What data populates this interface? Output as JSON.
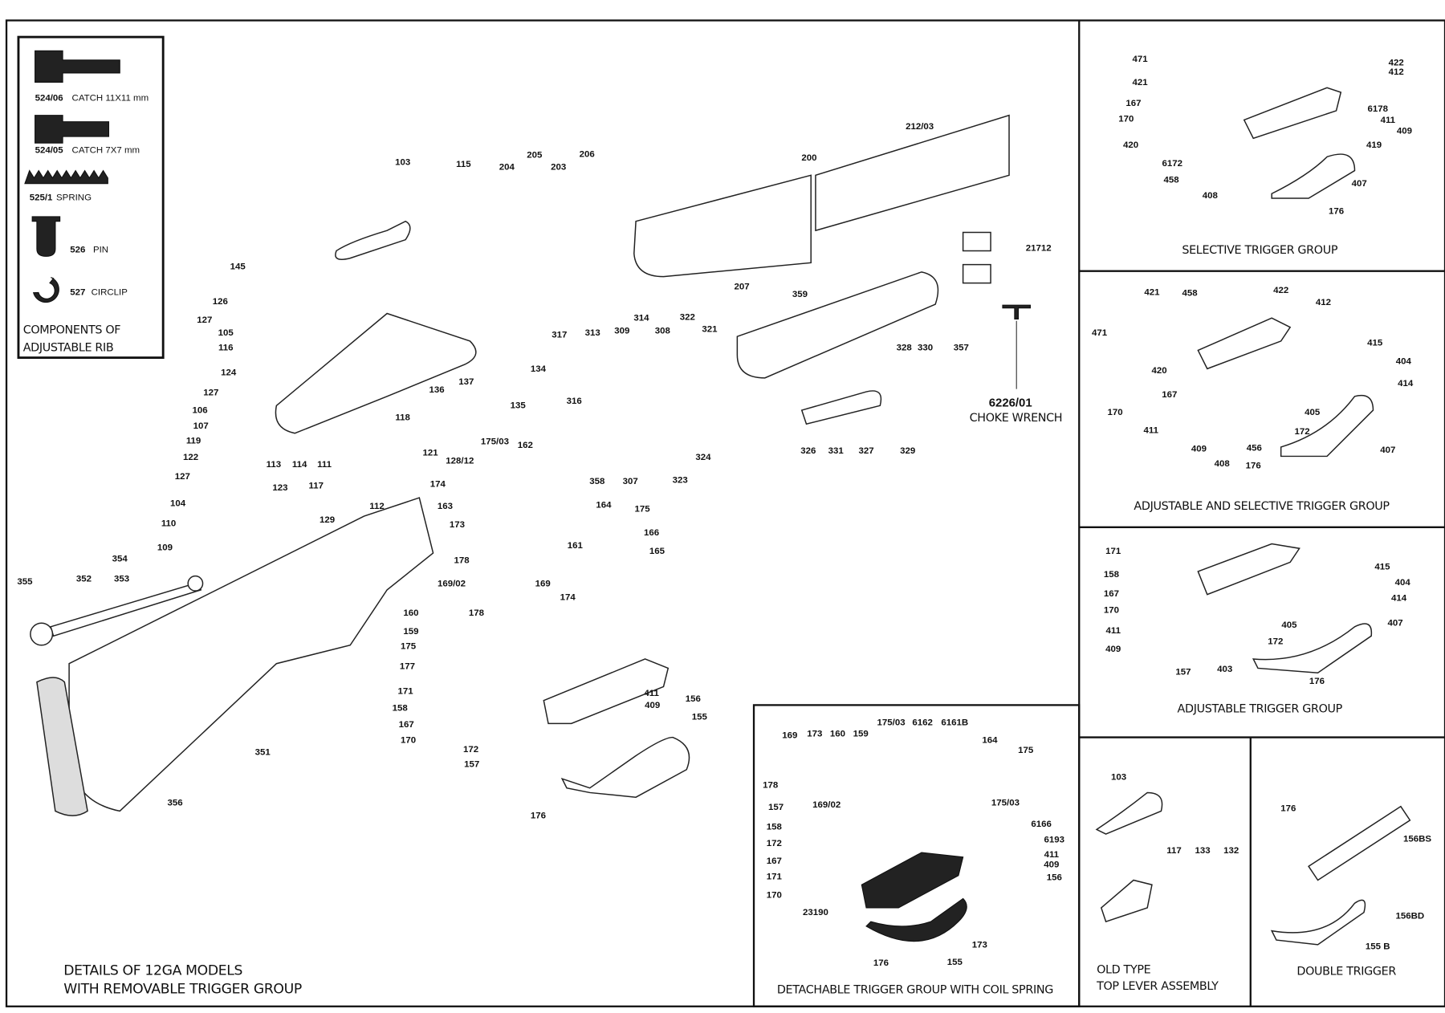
{
  "main": {
    "caption_line1": "DETAILS OF 12GA MODELS",
    "caption_line2": "WITH REMOVABLE TRIGGER GROUP",
    "choke_code": "6226/01",
    "choke_label": "CHOKE WRENCH",
    "labels": [
      "103",
      "115",
      "204",
      "205",
      "203",
      "206",
      "200",
      "212/03",
      "21712",
      "207",
      "359",
      "357",
      "328",
      "330",
      "326",
      "331",
      "327",
      "329",
      "323",
      "324",
      "358",
      "307",
      "317",
      "313",
      "309",
      "314",
      "308",
      "322",
      "321",
      "316",
      "145",
      "126",
      "127",
      "105",
      "116",
      "124",
      "134",
      "137",
      "136",
      "135",
      "118",
      "121",
      "128/12",
      "113",
      "114",
      "111",
      "127",
      "106",
      "107",
      "119",
      "122",
      "127",
      "175/03",
      "162",
      "174",
      "163",
      "164",
      "175",
      "123",
      "117",
      "129",
      "112",
      "104",
      "110",
      "109",
      "354",
      "353",
      "352",
      "355",
      "173",
      "178",
      "161",
      "166",
      "165",
      "169/02",
      "169",
      "174",
      "160",
      "178",
      "159",
      "175",
      "177",
      "171",
      "158",
      "167",
      "170",
      "411",
      "409",
      "156",
      "155",
      "172",
      "157",
      "176",
      "351",
      "356"
    ]
  },
  "rib_components": {
    "title_line1": "COMPONENTS OF",
    "title_line2": "ADJUSTABLE RIB",
    "items": [
      {
        "code": "524/06",
        "name": "CATCH 11X11 mm"
      },
      {
        "code": "524/05",
        "name": "CATCH 7X7 mm"
      },
      {
        "code": "525/1",
        "name": "SPRING"
      },
      {
        "code": "526",
        "name": "PIN"
      },
      {
        "code": "527",
        "name": "CIRCLIP"
      }
    ]
  },
  "selective": {
    "title": "SELECTIVE TRIGGER GROUP",
    "labels": [
      "471",
      "421",
      "167",
      "170",
      "420",
      "6172",
      "458",
      "408",
      "176",
      "407",
      "419",
      "409",
      "411",
      "6178",
      "422",
      "412"
    ]
  },
  "adjustable_selective": {
    "title": "ADJUSTABLE AND SELECTIVE TRIGGER GROUP",
    "labels": [
      "421",
      "458",
      "422",
      "412",
      "471",
      "170",
      "167",
      "420",
      "411",
      "409",
      "408",
      "456",
      "176",
      "172",
      "405",
      "415",
      "404",
      "414",
      "407"
    ]
  },
  "adjustable": {
    "title": "ADJUSTABLE TRIGGER GROUP",
    "labels": [
      "171",
      "158",
      "167",
      "170",
      "411",
      "409",
      "157",
      "403",
      "405",
      "172",
      "415",
      "404",
      "414",
      "407",
      "176"
    ]
  },
  "detachable": {
    "title": "DETACHABLE TRIGGER GROUP WITH COIL SPRING",
    "labels": [
      "169",
      "173",
      "160",
      "159",
      "175/03",
      "6162",
      "6161B",
      "164",
      "175",
      "178",
      "169/02",
      "175/03",
      "157",
      "158",
      "172",
      "167",
      "171",
      "170",
      "23190",
      "6166",
      "6193",
      "411",
      "409",
      "156",
      "173",
      "176",
      "155"
    ]
  },
  "old_type": {
    "title_line1": "OLD TYPE",
    "title_line2": "TOP LEVER ASSEMBLY",
    "labels": [
      "103",
      "117",
      "133",
      "132"
    ]
  },
  "double_trigger": {
    "title": "DOUBLE TRIGGER",
    "labels": [
      "176",
      "156BS",
      "156BD",
      "155 B"
    ]
  }
}
